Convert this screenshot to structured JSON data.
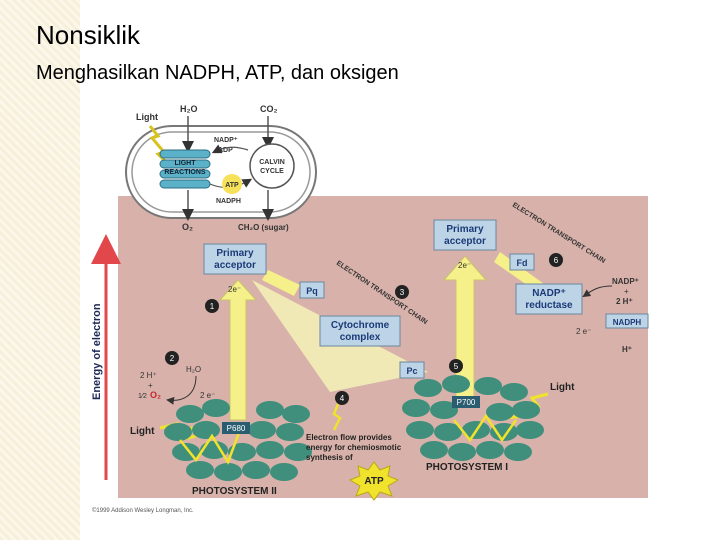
{
  "slide": {
    "title": "Nonsiklik",
    "subtitle": "Menghasilkan NADPH, ATP, dan oksigen"
  },
  "inset": {
    "light": "Light",
    "h2o": "H₂O",
    "co2": "CO₂",
    "nadp": "NADP⁺",
    "adp": "ADP",
    "light_reactions_1": "LIGHT",
    "light_reactions_2": "REACTIONS",
    "calvin_1": "CALVIN",
    "calvin_2": "CYCLE",
    "atp": "ATP",
    "nadph": "NADPH",
    "o2": "O₂",
    "sugar": "CH₂O (sugar)"
  },
  "figure": {
    "y_axis_label": "Energy of electron",
    "primary_acceptor_left_1": "Primary",
    "primary_acceptor_left_2": "acceptor",
    "primary_acceptor_right_1": "Primary",
    "primary_acceptor_right_2": "acceptor",
    "etc_right": "ELECTRON TRANSPORT CHAIN",
    "etc_middle": "ELECTRON TRANSPORT CHAIN",
    "pq": "Pq",
    "fd": "Fd",
    "pc": "Pc",
    "cytochrome_1": "Cytochrome",
    "cytochrome_2": "complex",
    "nadp_reductase_1": "NADP⁺",
    "nadp_reductase_2": "reductase",
    "nadp_plus": "NADP⁺",
    "plus": "+",
    "two_h_plus": "2 H⁺",
    "nadph_out": "NADPH",
    "h_plus": "H⁺",
    "two_e_1": "2e⁻",
    "two_e_2": "2e⁻",
    "two_e_3": "2 e⁻",
    "two_e_4": "2 e⁻",
    "h2o": "H₂O",
    "two_h_plus_left": "2 H⁺",
    "plus_left": "+",
    "half": "1⁄2",
    "o2": "O₂",
    "light_left": "Light",
    "light_right": "Light",
    "p680": "P680",
    "p700": "P700",
    "ps2": "PHOTOSYSTEM II",
    "ps1": "PHOTOSYSTEM I",
    "atp": "ATP",
    "electron_flow_1": "Electron flow provides",
    "electron_flow_2": "energy for chemiosmotic",
    "electron_flow_3": "synthesis of",
    "step1": "1",
    "step2": "2",
    "step3": "3",
    "step4": "4",
    "step5": "5",
    "step6": "6",
    "copyright": "©1999 Addison Wesley Longman, Inc."
  },
  "colors": {
    "background_panel": "#d8b2aa",
    "box_fill": "#bcd4e6",
    "box_text": "#1c3a78",
    "chlorophyll": "#3f8f7c",
    "arrow_yellow": "#f6f08a",
    "energy_arrow": "#e2474b"
  }
}
